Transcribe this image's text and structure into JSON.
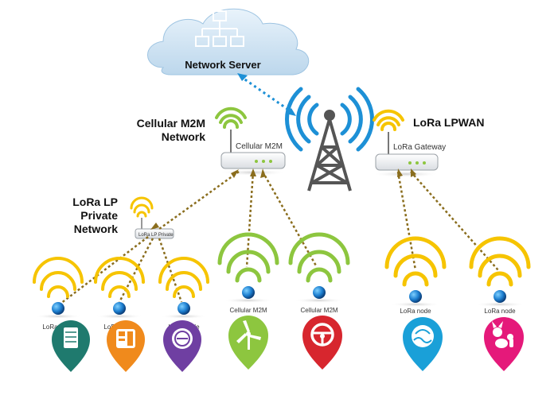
{
  "server": {
    "label": "Network Server"
  },
  "cellular": {
    "title_line1": "Cellular M2M",
    "title_line2": "Network",
    "device_label": "Cellular M2M"
  },
  "lpwan": {
    "title": "LoRa LPWAN",
    "device_label": "LoRa Gateway"
  },
  "private": {
    "title_line1": "LoRa LP",
    "title_line2": "Private",
    "title_line3": "Network",
    "device_label": "LoRa LP Private"
  },
  "nodes": [
    {
      "label": "LoRa node",
      "icon": "server-rack-icon",
      "color": "#1f7a6e"
    },
    {
      "label": "LoRa node",
      "icon": "vending-machine-icon",
      "color": "#f08a1c"
    },
    {
      "label": "LoRa node",
      "icon": "water-meter-icon",
      "color": "#6f3fa2"
    },
    {
      "label": "Cellular M2M",
      "icon": "wind-turbine-icon",
      "color": "#8dc63f"
    },
    {
      "label": "Cellular M2M",
      "icon": "steering-wheel-icon",
      "color": "#d7262e"
    },
    {
      "label": "LoRa node",
      "icon": "pool-icon",
      "color": "#1aa0d8"
    },
    {
      "label": "LoRa node",
      "icon": "pet-icon",
      "color": "#e5197a"
    }
  ],
  "colors": {
    "cloud": "#cfe3f2",
    "tower": "#555555",
    "signal_blue": "#1d90d6",
    "signal_yellow": "#f6c400",
    "signal_green": "#8dc63f",
    "link": "#8a6d1d",
    "uplink": "#1d90d6"
  }
}
